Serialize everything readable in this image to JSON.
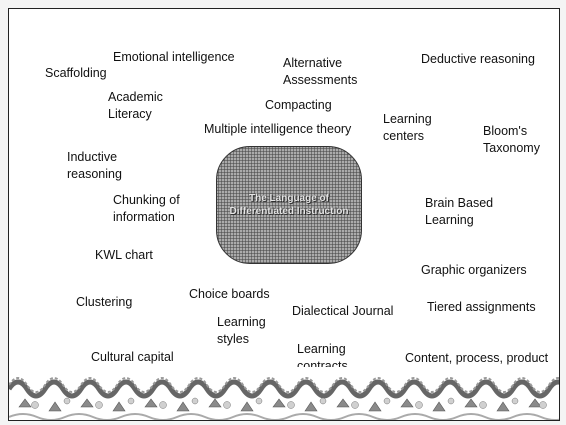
{
  "center_title": "The Language of Differentiated Instruction",
  "terms": [
    {
      "id": "scaffolding",
      "text": "Scaffolding"
    },
    {
      "id": "emotional-intelligence",
      "text": "Emotional intelligence"
    },
    {
      "id": "alternative-assessments",
      "text": "Alternative\nAssessments"
    },
    {
      "id": "deductive-reasoning",
      "text": "Deductive reasoning"
    },
    {
      "id": "academic-literacy",
      "text": "Academic\nLiteracy"
    },
    {
      "id": "compacting",
      "text": "Compacting"
    },
    {
      "id": "multiple-intelligence-theory",
      "text": "Multiple intelligence theory"
    },
    {
      "id": "learning-centers",
      "text": "Learning\ncenters"
    },
    {
      "id": "blooms-taxonomy",
      "text": "Bloom's\nTaxonomy"
    },
    {
      "id": "inductive-reasoning",
      "text": "Inductive\nreasoning"
    },
    {
      "id": "chunking-of-information",
      "text": "Chunking of\ninformation"
    },
    {
      "id": "brain-based-learning",
      "text": "Brain Based\nLearning"
    },
    {
      "id": "kwl-chart",
      "text": "KWL  chart"
    },
    {
      "id": "graphic-organizers",
      "text": "Graphic organizers"
    },
    {
      "id": "clustering",
      "text": "Clustering"
    },
    {
      "id": "choice-boards",
      "text": "Choice boards"
    },
    {
      "id": "tiered-assignments",
      "text": "Tiered assignments"
    },
    {
      "id": "learning-styles",
      "text": "Learning\nstyles"
    },
    {
      "id": "dialectical-journal",
      "text": "Dialectical Journal"
    },
    {
      "id": "cultural-capital",
      "text": "Cultural capital"
    },
    {
      "id": "learning-contracts",
      "text": "Learning\ncontracts"
    },
    {
      "id": "content-process-product",
      "text": "Content, process, product"
    }
  ]
}
